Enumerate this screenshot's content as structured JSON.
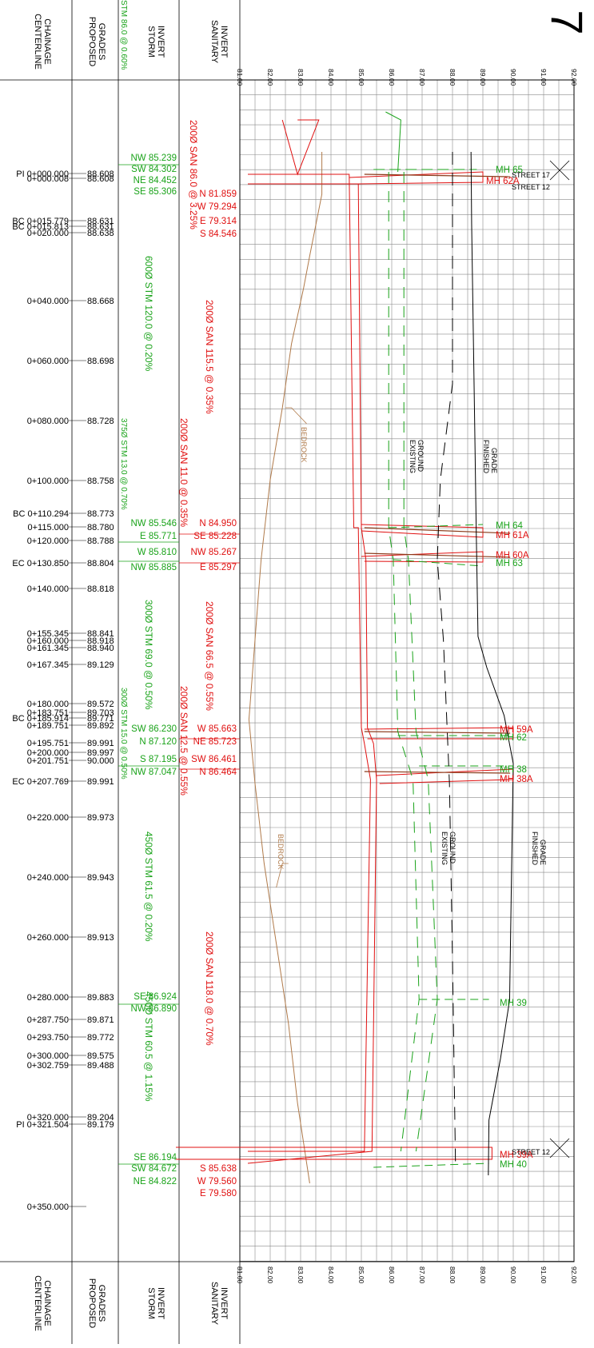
{
  "sheet_number": "7",
  "headers": {
    "chainage": [
      "CENTERLINE",
      "CHAINAGE"
    ],
    "grades": [
      "PROPOSED",
      "GRADES"
    ],
    "storm": [
      "STORM",
      "INVERT"
    ],
    "sanitary": [
      "SANITARY",
      "INVERT"
    ]
  },
  "elevation_scale": [
    "81.00",
    "82.00",
    "83.00",
    "84.00",
    "85.00",
    "86.00",
    "87.00",
    "88.00",
    "89.00",
    "90.00",
    "91.00",
    "92.00"
  ],
  "rows": [
    {
      "chainage": "PI 0+000.000",
      "grade": "88.608"
    },
    {
      "chainage": "0+000.008",
      "grade": "88.608"
    },
    {
      "chainage": "BC 0+015.779",
      "grade": "88.631"
    },
    {
      "chainage": "BC 0+015.813",
      "grade": "88.631"
    },
    {
      "chainage": "0+020.000",
      "grade": "88.638"
    },
    {
      "chainage": "0+040.000",
      "grade": "88.668"
    },
    {
      "chainage": "0+060.000",
      "grade": "88.698"
    },
    {
      "chainage": "0+080.000",
      "grade": "88.728"
    },
    {
      "chainage": "0+100.000",
      "grade": "88.758"
    },
    {
      "chainage": "BC 0+110.294",
      "grade": "88.773"
    },
    {
      "chainage": "0+115.000",
      "grade": "88.780"
    },
    {
      "chainage": "0+120.000",
      "grade": "88.788"
    },
    {
      "chainage": "EC 0+130.850",
      "grade": "88.804"
    },
    {
      "chainage": "0+140.000",
      "grade": "88.818"
    },
    {
      "chainage": "0+155.345",
      "grade": "88.841"
    },
    {
      "chainage": "0+160.000",
      "grade": "88.918"
    },
    {
      "chainage": "0+161.345",
      "grade": "88.940"
    },
    {
      "chainage": "0+167.345",
      "grade": "89.129"
    },
    {
      "chainage": "0+180.000",
      "grade": "89.572"
    },
    {
      "chainage": "0+183.751",
      "grade": "89.703"
    },
    {
      "chainage": "BC 0+185.914",
      "grade": "89.771"
    },
    {
      "chainage": "0+189.751",
      "grade": "89.892"
    },
    {
      "chainage": "0+195.751",
      "grade": "89.991"
    },
    {
      "chainage": "0+200.000",
      "grade": "89.997"
    },
    {
      "chainage": "0+201.751",
      "grade": "90.000"
    },
    {
      "chainage": "EC 0+207.769",
      "grade": "89.991"
    },
    {
      "chainage": "0+220.000",
      "grade": "89.973"
    },
    {
      "chainage": "0+240.000",
      "grade": "89.943"
    },
    {
      "chainage": "0+260.000",
      "grade": "89.913"
    },
    {
      "chainage": "0+280.000",
      "grade": "89.883"
    },
    {
      "chainage": "0+287.750",
      "grade": "89.871"
    },
    {
      "chainage": "0+293.750",
      "grade": "89.772"
    },
    {
      "chainage": "0+300.000",
      "grade": "89.575"
    },
    {
      "chainage": "0+302.759",
      "grade": "89.488"
    },
    {
      "chainage": "0+320.000",
      "grade": "89.204"
    },
    {
      "chainage": "PI 0+321.504",
      "grade": "89.179"
    },
    {
      "chainage": "0+350.000",
      "grade": ""
    }
  ],
  "storm_inverts": [
    "NW 85.239",
    "SW 84.302",
    "NE 84.452",
    "SE 85.306",
    "NW 85.546",
    "E 85.771",
    "W 85.810",
    "NW 85.885",
    "SW 86.230",
    "N 87.120",
    "S 87.195",
    "NW 87.047",
    "SE 86.924",
    "NW 86.890",
    "SE 86.194",
    "SW 84.672",
    "NE 84.822"
  ],
  "sanitary_inverts": [
    "N 81.859",
    "W 79.294",
    "E 79.314",
    "S 84.546",
    "N 84.950",
    "SE 85.228",
    "NW 85.267",
    "E 85.297",
    "W 85.663",
    "NE 85.723",
    "SW 86.461",
    "N 86.464",
    "S 85.638",
    "W 79.560",
    "E 79.580"
  ],
  "storm_pipes": [
    "STM 86.0 @ 0.60%",
    "600Ø STM 120.0 @ 0.20%",
    "375Ø STM 13.0 @ 0.70%",
    "300Ø STM 69.0 @ 0.50%",
    "300Ø STM 15.0 @ 0.50%",
    "450Ø STM 61.5 @ 0.20%",
    "450Ø STM 60.5 @ 1.15%"
  ],
  "sanitary_pipes": [
    "200Ø SAN 86.0 @ 3.25%",
    "200Ø SAN 115.5 @ 0.35%",
    "200Ø SAN 11.0 @ 0.35%",
    "200Ø SAN 66.5 @ 0.55%",
    "200Ø SAN 12.5 @ 0.55%",
    "200Ø SAN 118.0 @ 0.70%"
  ],
  "manholes_storm": [
    "MH 65",
    "MH 64",
    "MH 63",
    "MH 62",
    "MH 38",
    "MH 39",
    "MH 40"
  ],
  "manholes_sanitary": [
    "MH 62A",
    "MH 61A",
    "MH 60A",
    "MH 59A",
    "MH 38A",
    "MH 39A"
  ],
  "streets": [
    "STREET 17",
    "STREET 12",
    "STREET 12"
  ],
  "annotations": {
    "bedrock": "BEDROCK",
    "existing_ground": [
      "EXISTING",
      "GROUND"
    ],
    "finished_grade": [
      "FINISHED",
      "GRADE"
    ]
  },
  "colors": {
    "storm": "#1aa31a",
    "sanitary": "#e01010",
    "bedrock": "#b07a4a",
    "grid": "#8a8a8a",
    "ink": "#000000",
    "pipe_brown": "#8b3a1a"
  }
}
